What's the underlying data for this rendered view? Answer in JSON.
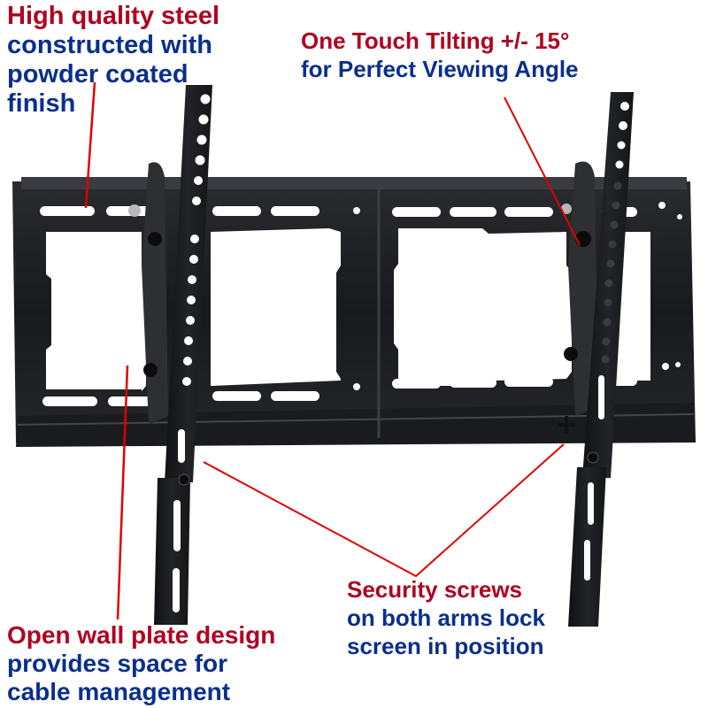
{
  "product": "Tilting TV wall mount bracket",
  "colors": {
    "heading_red": "#b00020",
    "body_blue": "#0a2f8c",
    "leader_line": "#e00000",
    "metal": "#1c1d20",
    "background": "#ffffff"
  },
  "callouts": {
    "steel": {
      "heading": "High quality steel",
      "lines": [
        "constructed with",
        "powder coated",
        "finish"
      ]
    },
    "tilt": {
      "heading": "One Touch Tilting +/- 15°",
      "lines": [
        "for Perfect Viewing Angle"
      ]
    },
    "open_plate": {
      "heading": "Open wall plate design",
      "lines": [
        "provides space for",
        "cable management"
      ]
    },
    "security": {
      "heading": "Security screws",
      "lines": [
        "on both arms lock",
        "screen in position"
      ]
    }
  }
}
